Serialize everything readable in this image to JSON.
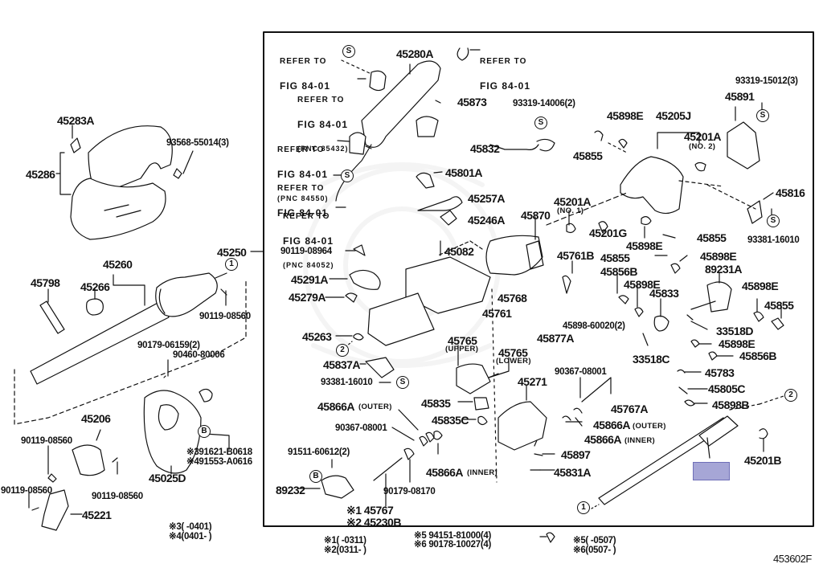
{
  "diagram": {
    "figure_number": "453602F",
    "watermark": "dealer-logo-watermark",
    "highlight_color": "#a6a6d6",
    "callouts": {
      "p45283A": "45283A",
      "p45286": "45286",
      "p93568": "93568-55014(3)",
      "p45250": "45250",
      "p45260": "45260",
      "p45798": "45798",
      "p45266": "45266",
      "p90119a": "90119-08560",
      "p90179": "90179-06159(2)",
      "p90460": "90460-80006",
      "p45206": "45206",
      "p90119b": "90119-08560",
      "p90119c": "90119-08560",
      "p90119d": "90119-08560",
      "p45221": "45221",
      "p45025D": "45025D",
      "p391621": "※391621-B0618",
      "p491553": "※491553-A0616",
      "p45280A": "45280A",
      "p45873": "45873",
      "p93319a": "93319-14006(2)",
      "p45832": "45832",
      "p45801A": "45801A",
      "p45257A": "45257A",
      "p45246A": "45246A",
      "p45898E_top": "45898E",
      "p45855_top": "45855",
      "p45205J": "45205J",
      "p45201A2": "45201A",
      "p45201A2n": "(NO. 2)",
      "p45891": "45891",
      "p93319b": "93319-15012(3)",
      "p45816": "45816",
      "p93381a": "93381-16010",
      "p45870": "45870",
      "p45201A1": "45201A",
      "p45201A1n": "(NO. 1)",
      "p45201G": "45201G",
      "p45898E_a": "45898E",
      "p45855_a": "45855",
      "p45855_b": "45855",
      "p45898E_b": "45898E",
      "p89231A": "89231A",
      "p45856B_a": "45856B",
      "p45898E_c": "45898E",
      "p45833": "45833",
      "p45898E_d": "45898E",
      "p45855_c": "45855",
      "p33518D": "33518D",
      "p45898E_e": "45898E",
      "p45856B_b": "45856B",
      "p33518C": "33518C",
      "p45783": "45783",
      "p45805C": "45805C",
      "p45898B": "45898B",
      "p45761B": "45761B",
      "p45768": "45768",
      "p45761": "45761",
      "p45898_60020": "45898-60020(2)",
      "p45877A": "45877A",
      "p90119_08964": "90119-08964",
      "p45082": "45082",
      "p45291A": "45291A",
      "p45279A": "45279A",
      "p45263": "45263",
      "p45837A": "45837A",
      "p93381b": "93381-16010",
      "p45765u": "45765",
      "p45765u_n": "(UPPER)",
      "p45765l": "45765",
      "p45765l_n": "(LOWER)",
      "p45271": "45271",
      "p90367a": "90367-08001",
      "p45767A": "45767A",
      "p45866A_outer_l": "45866A",
      "p45866A_outer_l_n": "(OUTER)",
      "p45835": "45835",
      "p45835C": "45835C",
      "p90367b": "90367-08001",
      "p45866A_outer_r": "45866A",
      "p45866A_outer_r_n": "(OUTER)",
      "p45866A_inner_r": "45866A",
      "p45866A_inner_r_n": "(INNER)",
      "p45897": "45897",
      "p45831A": "45831A",
      "p91511": "91511-60612(2)",
      "p45866A_inner_l": "45866A",
      "p45866A_inner_l_n": "(INNER)",
      "p89232": "89232",
      "p90179_08170": "90179-08170",
      "p45767": "※1 45767",
      "p45230B": "※2 45230B",
      "p45201B": "45201B"
    },
    "refer_notes": [
      {
        "line1": "REFER TO",
        "line2": "FIG 84-01",
        "pnc": ""
      },
      {
        "line1": "REFER TO",
        "line2": "FIG 84-01",
        "pnc": ""
      },
      {
        "line1": "REFER TO",
        "line2": "FIG 84-01",
        "pnc": "(PNC 85432)"
      },
      {
        "line1": "REFER TO",
        "line2": "FIG 84-01",
        "pnc": "(PNC 84550)"
      },
      {
        "line1": "REFER TO",
        "line2": "FIG 84-01",
        "pnc": ""
      },
      {
        "line1": "REFER TO",
        "line2": "FIG 84-01",
        "pnc": "(PNC 84052)"
      }
    ],
    "circle_marks": {
      "s": "S",
      "b": "B",
      "one": "1",
      "two": "2"
    },
    "footnotes": {
      "n34_a": "※3(      -0401)",
      "n34_b": "※4(0401-       )",
      "n12_a": "※1(      -0311)",
      "n12_b": "※2(0311-      )",
      "n56_parts_a": "※5 94151-81000(4)",
      "n56_parts_b": "※6 90178-10027(4)",
      "n56_a": "※5(      -0507)",
      "n56_b": "※6(0507-      )"
    }
  }
}
